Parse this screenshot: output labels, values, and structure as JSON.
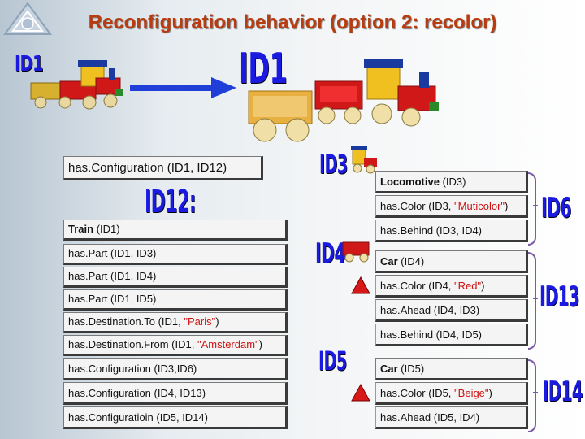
{
  "title": "Reconfiguration behavior (option 2: recolor)",
  "id_labels": {
    "id1_small": "ID1",
    "id1_large": "ID1",
    "id12": "ID12:",
    "id3": "ID3",
    "id4": "ID4",
    "id5": "ID5",
    "id6": "ID6",
    "id13": "ID13",
    "id14": "ID14"
  },
  "left_boxes": {
    "has_configuration": {
      "pred": "has.Configuration",
      "args": " (ID1, ID12)"
    },
    "train": {
      "name": "Train",
      "args": "  (ID1)"
    },
    "rows": [
      {
        "pred": "has.Part",
        "args": " (ID1, ID3)"
      },
      {
        "pred": "has.Part",
        "args": "  (ID1, ID4)"
      },
      {
        "pred": "has.Part",
        "args": "  (ID1, ID5)"
      },
      {
        "pred": "has.Destination.To",
        "args_pre": " (ID1, ",
        "value": "\"Paris\"",
        "args_post": ")"
      },
      {
        "pred": "has.Destination.From",
        "args_pre": " (ID1, ",
        "value": "\"Amsterdam\"",
        "args_post": ")"
      },
      {
        "pred": "has.Configuration",
        "args": " (ID3,ID6)"
      },
      {
        "pred": "has.Configuration",
        "args": "  (ID4, ID13)"
      },
      {
        "pred": "has.Configuratioin",
        "args": "  (ID5, ID14)"
      }
    ]
  },
  "right_boxes": {
    "locomotive": {
      "name": "Locomotive",
      "args": "     (ID3)"
    },
    "loco_color": {
      "pred": "has.Color",
      "args_pre": " (ID3, ",
      "value": "\"Muticolor\"",
      "args_post": ")"
    },
    "loco_behind": {
      "pred": "has.Behind",
      "args": "  (ID3, ID4)"
    },
    "car4": {
      "name": "Car",
      "args": "     (ID4)"
    },
    "car4_color": {
      "pred": "has.Color",
      "args_pre": " (ID4, ",
      "value": "\"Red\"",
      "args_post": ")"
    },
    "car4_ahead": {
      "pred": "has.Ahead",
      "args": "  (ID4, ID3)"
    },
    "car4_behind": {
      "pred": "has.Behind",
      "args": "  (ID4, ID5)"
    },
    "car5": {
      "name": "Car",
      "args": "     (ID5)"
    },
    "car5_color": {
      "pred": "has.Color",
      "args_pre": " (ID5, ",
      "value": "\"Beige\"",
      "args_post": ")"
    },
    "car5_ahead": {
      "pred": "has.Ahead",
      "args": "  (ID5, ID4)"
    }
  },
  "colors": {
    "title": "#b93c10",
    "id_label": "#1a1ae0",
    "value_red": "#d01010",
    "arrow_blue": "#1f3fd8",
    "triangle_red": "#d81818"
  }
}
